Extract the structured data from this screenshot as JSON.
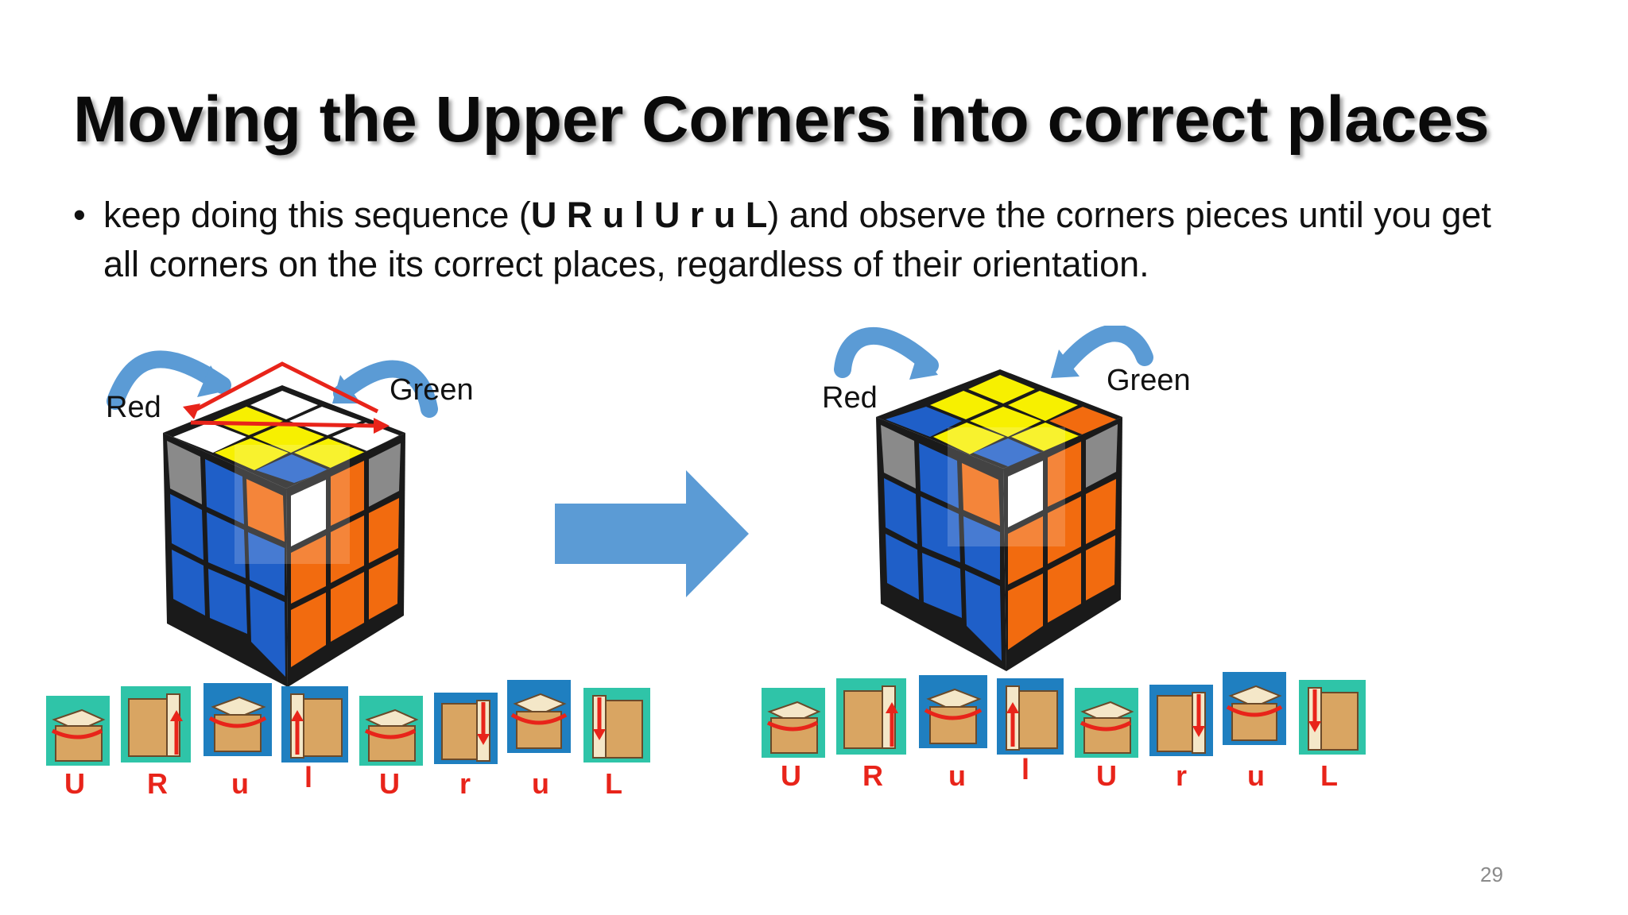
{
  "slide": {
    "title": "Moving the Upper Corners into correct places",
    "bullet": {
      "dot": "•",
      "pre": "keep doing this sequence (",
      "seq": "U R u l U r u L",
      "post": ") and observe the corners pieces until you get all corners on the its correct  places, regardless of their orientation."
    },
    "left_diagram": {
      "label_red": "Red",
      "label_green": "Green"
    },
    "right_diagram": {
      "label_red": "Red",
      "label_green": "Green"
    },
    "left_moves": [
      "U",
      "R",
      "u",
      "l",
      "U",
      "r",
      "u",
      "L"
    ],
    "right_moves": [
      "U",
      "R",
      "u",
      "l",
      "U",
      "r",
      "u",
      "L"
    ],
    "page_number": "29",
    "colors": {
      "blue": "#1f5fc8",
      "orange": "#f26b0f",
      "yellow": "#f7f000",
      "arrow": "#5b9bd5",
      "move_letter": "#e8241a",
      "teal": "#2fc4a8"
    }
  }
}
